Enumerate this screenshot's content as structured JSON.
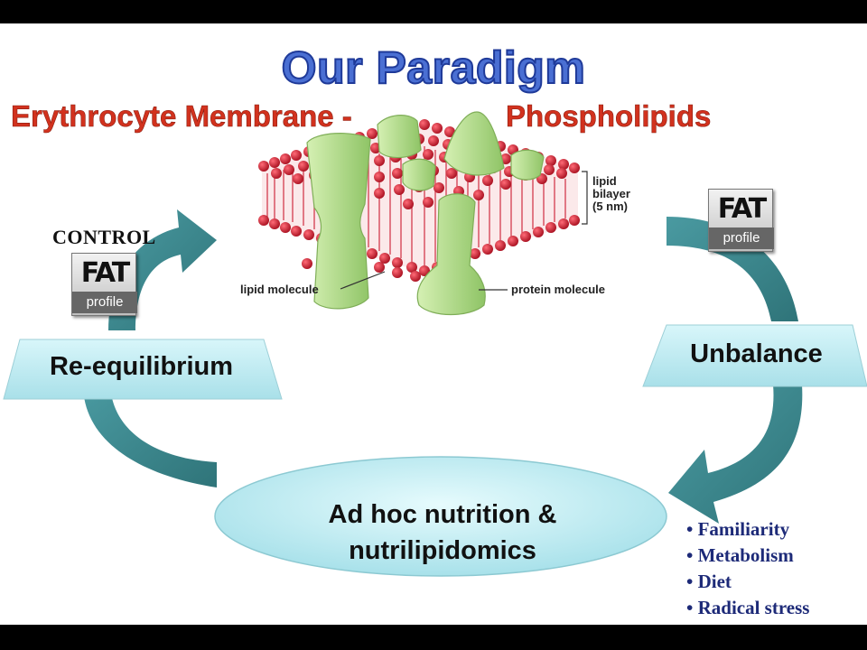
{
  "title": "Our Paradigm",
  "subtitle": {
    "left": "Erythrocyte Membrane -",
    "right": "Phospholipids"
  },
  "membrane_labels": {
    "bilayer": [
      "lipid",
      "bilayer",
      "(5 nm)"
    ],
    "lipid_molecule": "lipid molecule",
    "protein_molecule": "protein molecule"
  },
  "control_label": "CONTROL",
  "logo": {
    "mark": "FAT",
    "word": "profile"
  },
  "cycle": {
    "left_box": "Re-equilibrium",
    "right_box": "Unbalance",
    "bottom_lines": [
      "Ad hoc nutrition &",
      "nutrilipidomics"
    ]
  },
  "factors": [
    "• Familiarity",
    "• Metabolism",
    "• Diet",
    "• Radical stress"
  ],
  "colors": {
    "arrow": "#3f8c93",
    "box_fill": "#c4edf3",
    "title": "#4a6fd3",
    "subtitle": "#d2321e",
    "factor_text": "#1d2a78",
    "lipid_head": "#c8162a",
    "protein": "#b7df8b"
  }
}
